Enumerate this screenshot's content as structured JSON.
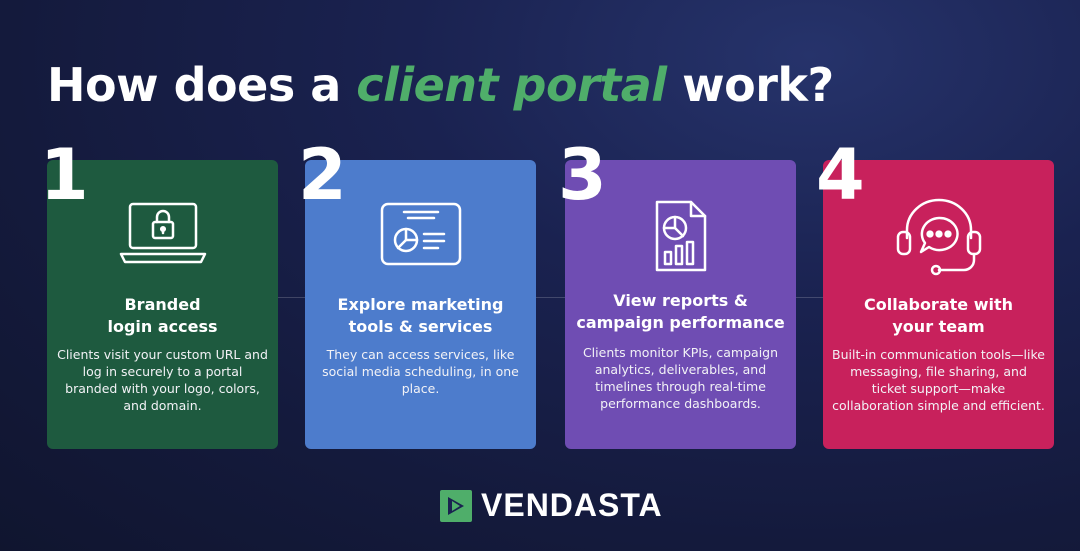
{
  "title": {
    "prefix": "How does a ",
    "accent": "client portal",
    "suffix": " work?"
  },
  "steps": [
    {
      "number": "1",
      "title_line1": "Branded",
      "title_line2": "login access",
      "desc": "Clients visit your custom URL and log in securely to a portal branded with your logo, colors, and domain.",
      "icon": "laptop-lock-icon",
      "color": "#1e5a3f"
    },
    {
      "number": "2",
      "title_line1": "Explore marketing",
      "title_line2": "tools & services",
      "desc": "They can access services, like social media scheduling, in one place.",
      "icon": "dashboard-screen-icon",
      "color": "#4d7ccc"
    },
    {
      "number": "3",
      "title_line1": "View reports &",
      "title_line2": "campaign performance",
      "desc": "Clients monitor KPIs, campaign analytics, deliverables, and timelines through real-time performance dashboards.",
      "icon": "report-document-icon",
      "color": "#6f4db3"
    },
    {
      "number": "4",
      "title_line1": "Collaborate with",
      "title_line2": "your team",
      "desc": "Built-in communication tools—like messaging, file sharing, and ticket support—make collaboration simple and efficient.",
      "icon": "headset-chat-icon",
      "color": "#c8215c"
    }
  ],
  "brand": {
    "name": "VENDASTA",
    "logo_icon": "vendasta-logo-icon",
    "logo_color": "#4fae6a"
  }
}
